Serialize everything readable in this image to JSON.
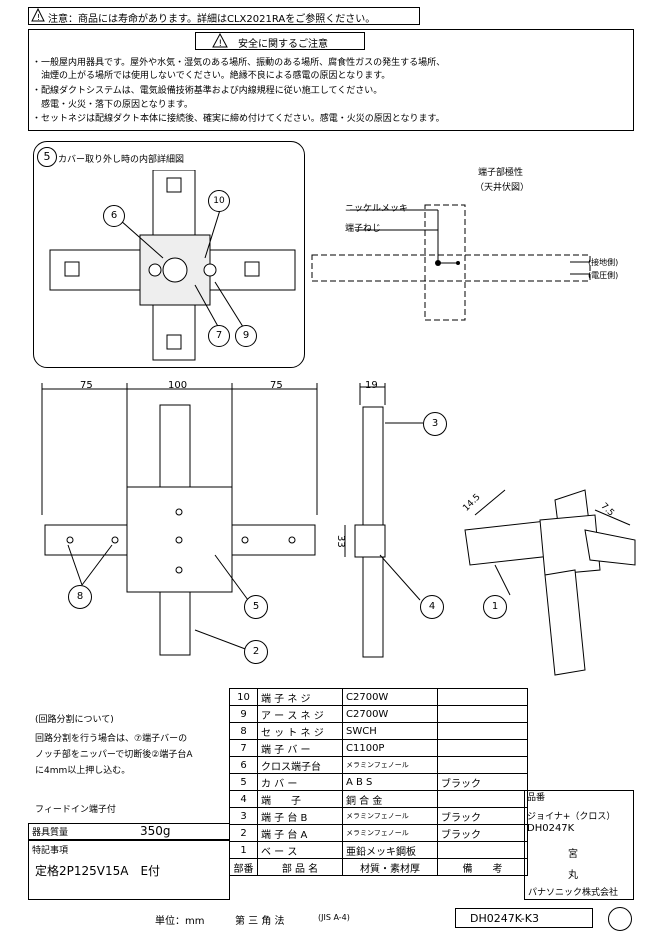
{
  "header": {
    "warning_icon": "warning-triangle-icon",
    "notice": "注意：商品には寿命があります。詳細はCLX2021RAをご参照ください。"
  },
  "safety": {
    "title": "安全に関するご注意",
    "lines": [
      "・一般屋内用器具です。屋外や水気・湿気のある場所、振動のある場所、腐食性ガスの発生する場所、",
      "　油煙の上がる場所では使用しないでください。絶縁不良による感電の原因となります。",
      "・配線ダクトシステムは、電気設備技術基準および内線規程に従い施工してください。",
      "　感電・火災・落下の原因となります。",
      "・セットネジは配線ダクト本体に接続後、確実に締め付けてください。感電・火災の原因となります。"
    ]
  },
  "detail": {
    "number": "5",
    "title": "カバー取り外し時の内部詳細図",
    "callouts": [
      "6",
      "10",
      "7",
      "9"
    ]
  },
  "polarity": {
    "title": "端子部極性",
    "subtitle": "（天井伏図）",
    "nickel_label": "ニッケルメッキ",
    "screw_label": "端子ねじ",
    "ground_label": "(接地側)",
    "voltage_label": "(電圧側)"
  },
  "dims": {
    "left": "75",
    "center": "100",
    "right": "75",
    "side_width": "19",
    "height_33": "33",
    "angle_a": "14.5",
    "angle_b": "7.5"
  },
  "callouts_main": [
    "3",
    "8",
    "5",
    "2",
    "4",
    "1"
  ],
  "notes": {
    "circuit_title": "(回路分割について)",
    "circuit_lines": [
      "回路分割を行う場合は、⑦端子バーの",
      "ノッチ部をニッパーで切断後②端子台A",
      "に4mm以上押し込む。"
    ],
    "feed_in": "フィードイン端子付",
    "weight_label": "器具質量",
    "weight_value": "350g",
    "spec_label": "特記事項",
    "spec_value": "定格2P125V15A　E付"
  },
  "parts_table": {
    "rows": [
      {
        "no": "10",
        "name": "端 子 ネ ジ",
        "material": "C2700W",
        "color": ""
      },
      {
        "no": "9",
        "name": "ア ー ス ネ ジ",
        "material": "C2700W",
        "color": ""
      },
      {
        "no": "8",
        "name": "セ ッ ト ネ ジ",
        "material": "SWCH",
        "color": ""
      },
      {
        "no": "7",
        "name": "端 子 バ ー",
        "material": "C1100P",
        "color": ""
      },
      {
        "no": "6",
        "name": "クロス端子台",
        "material": "メラミンフェノール",
        "color": ""
      },
      {
        "no": "5",
        "name": "カ バ ー",
        "material": "A B S",
        "color": "ブラック"
      },
      {
        "no": "4",
        "name": "端　　子",
        "material": "銅 合 金",
        "color": ""
      },
      {
        "no": "3",
        "name": "端 子 台 B",
        "material": "メラミンフェノール",
        "color": "ブラック"
      },
      {
        "no": "2",
        "name": "端 子 台 A",
        "material": "メラミンフェノール",
        "color": "ブラック"
      },
      {
        "no": "1",
        "name": "ベ ー ス",
        "material": "亜鉛メッキ鋼板",
        "color": ""
      }
    ],
    "header": {
      "no": "部番",
      "name": "部 品 名",
      "material": "材質・素材厚",
      "note": "備　　考"
    }
  },
  "product": {
    "label": "品番",
    "name": "ジョイナ+（クロス）",
    "code": "DH0247K",
    "stamp1": "宮",
    "stamp2": "丸",
    "company": "パナソニック株式会社"
  },
  "footer": {
    "unit": "単位：mm",
    "projection": "第 三 角 法",
    "standard": "(JIS A-4)",
    "drawing_no": "DH0247K-K3"
  }
}
